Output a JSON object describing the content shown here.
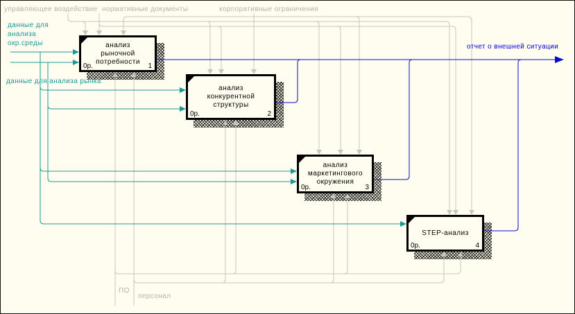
{
  "controls": {
    "managing_influence": "управляющее воздействие",
    "normative_documents": "нормативные документы",
    "corporate_restrictions": "корпоративные ограничения"
  },
  "inputs": {
    "environment_data": "данные для\nанализа\nокр.среды",
    "market_data": "данные для анализа рынка"
  },
  "mechanisms": {
    "software": "ПО",
    "personnel": "персонал"
  },
  "output": {
    "external_situation_report": "отчет о внешней ситуации"
  },
  "boxes": {
    "b1": {
      "title": "анализ\nрыночной\nпотребности",
      "cost": "0р.",
      "num": "1"
    },
    "b2": {
      "title": "анализ\nконкурентной\nструктуры",
      "cost": "0р.",
      "num": "2"
    },
    "b3": {
      "title": "анализ\nмаркетингового\nокружения",
      "cost": "0р.",
      "num": "3"
    },
    "b4": {
      "title": "STEP-анализ",
      "cost": "0р.",
      "num": "4"
    }
  },
  "colors": {
    "background": "#fffdf0",
    "input_arrow": "#1b9898",
    "control_arrow": "#c6c6bf",
    "output_arrow": "#0a0ac8",
    "label_gray": "#b3b3ab",
    "box_border": "#000000"
  }
}
